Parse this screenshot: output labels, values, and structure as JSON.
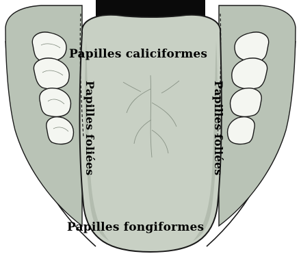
{
  "labels": {
    "circumvallate": "Papilles caliciformes",
    "foliate_left": "Papilles foliées",
    "foliate_right": "Papilles foliées",
    "fungiform": "Papilles fongiformes"
  },
  "colors": {
    "tongue": "#c8d0c4",
    "tongue_shadow": "#aab4a6",
    "throat": "#0a0a0a",
    "gum": "#b9c3b6",
    "teeth": "#f4f6f1",
    "outline": "#1a1a1a"
  }
}
